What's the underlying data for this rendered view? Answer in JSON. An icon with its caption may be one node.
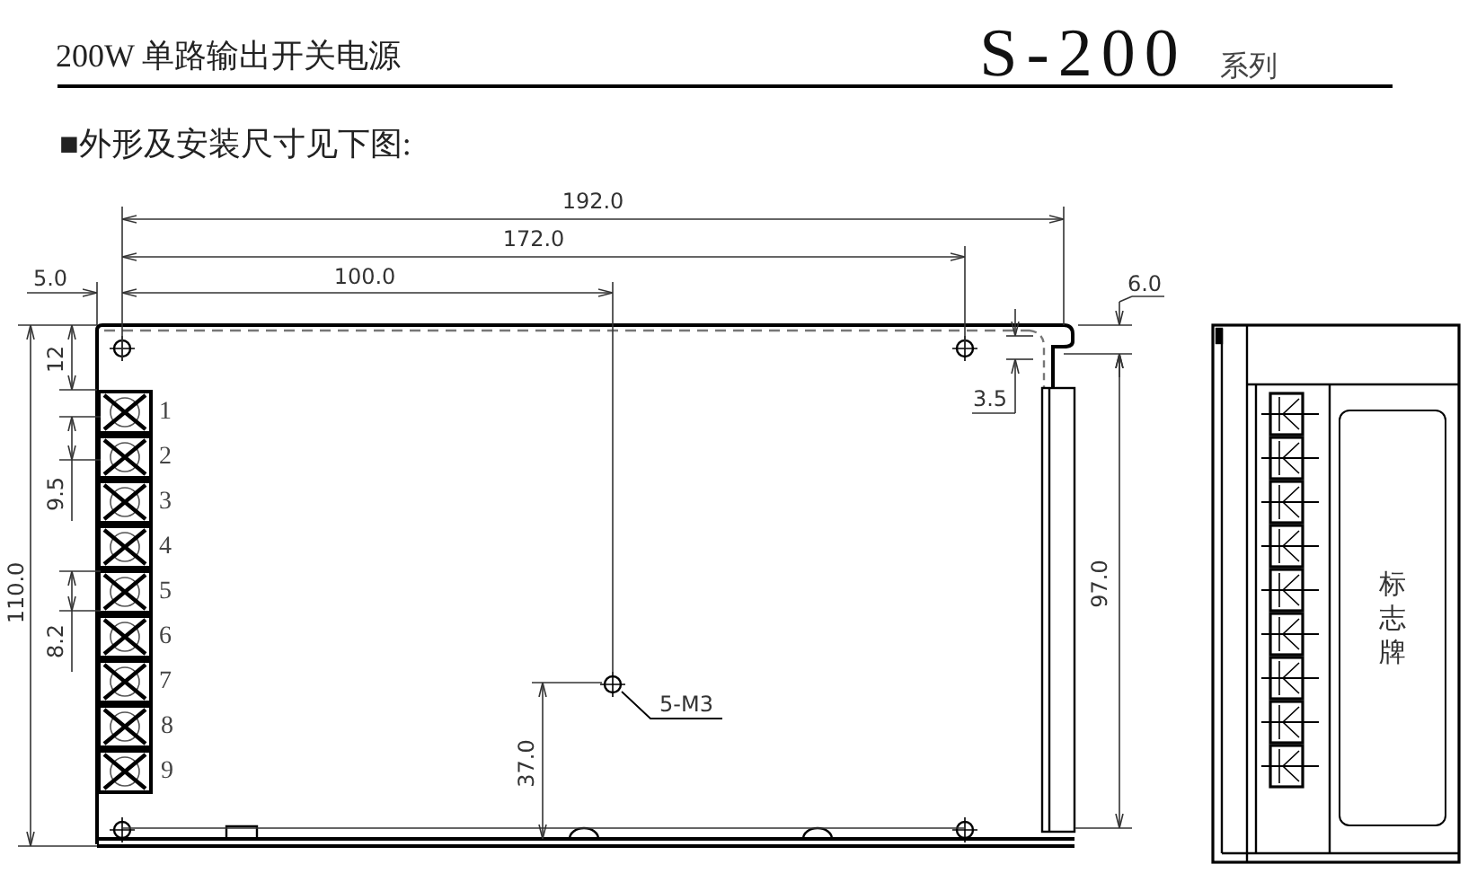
{
  "diagram": {
    "title": "200W 单路输出开关电源",
    "nodes": [
      {
        "text": [
          "5-M3"
        ]
      },
      {
        "text": [],
        "shape": "circle"
      },
      {
        "text": [
          "标志牌"
        ]
      }
    ],
    "edges": [
      {
        "from": 0,
        "to": 1,
        "arrow": "none"
      }
    ],
    "labels": [
      "S-200",
      "系列",
      "■外形及安装尺寸见下图:",
      "192.0",
      "172.0",
      "5.0",
      "100.0",
      "6.0",
      "12",
      "3.5",
      "1",
      "2",
      "9.5",
      "3",
      "4",
      "5",
      "110.0",
      "97.0",
      "6",
      "8.2",
      "7",
      "8",
      "37.0",
      "9"
    ]
  }
}
